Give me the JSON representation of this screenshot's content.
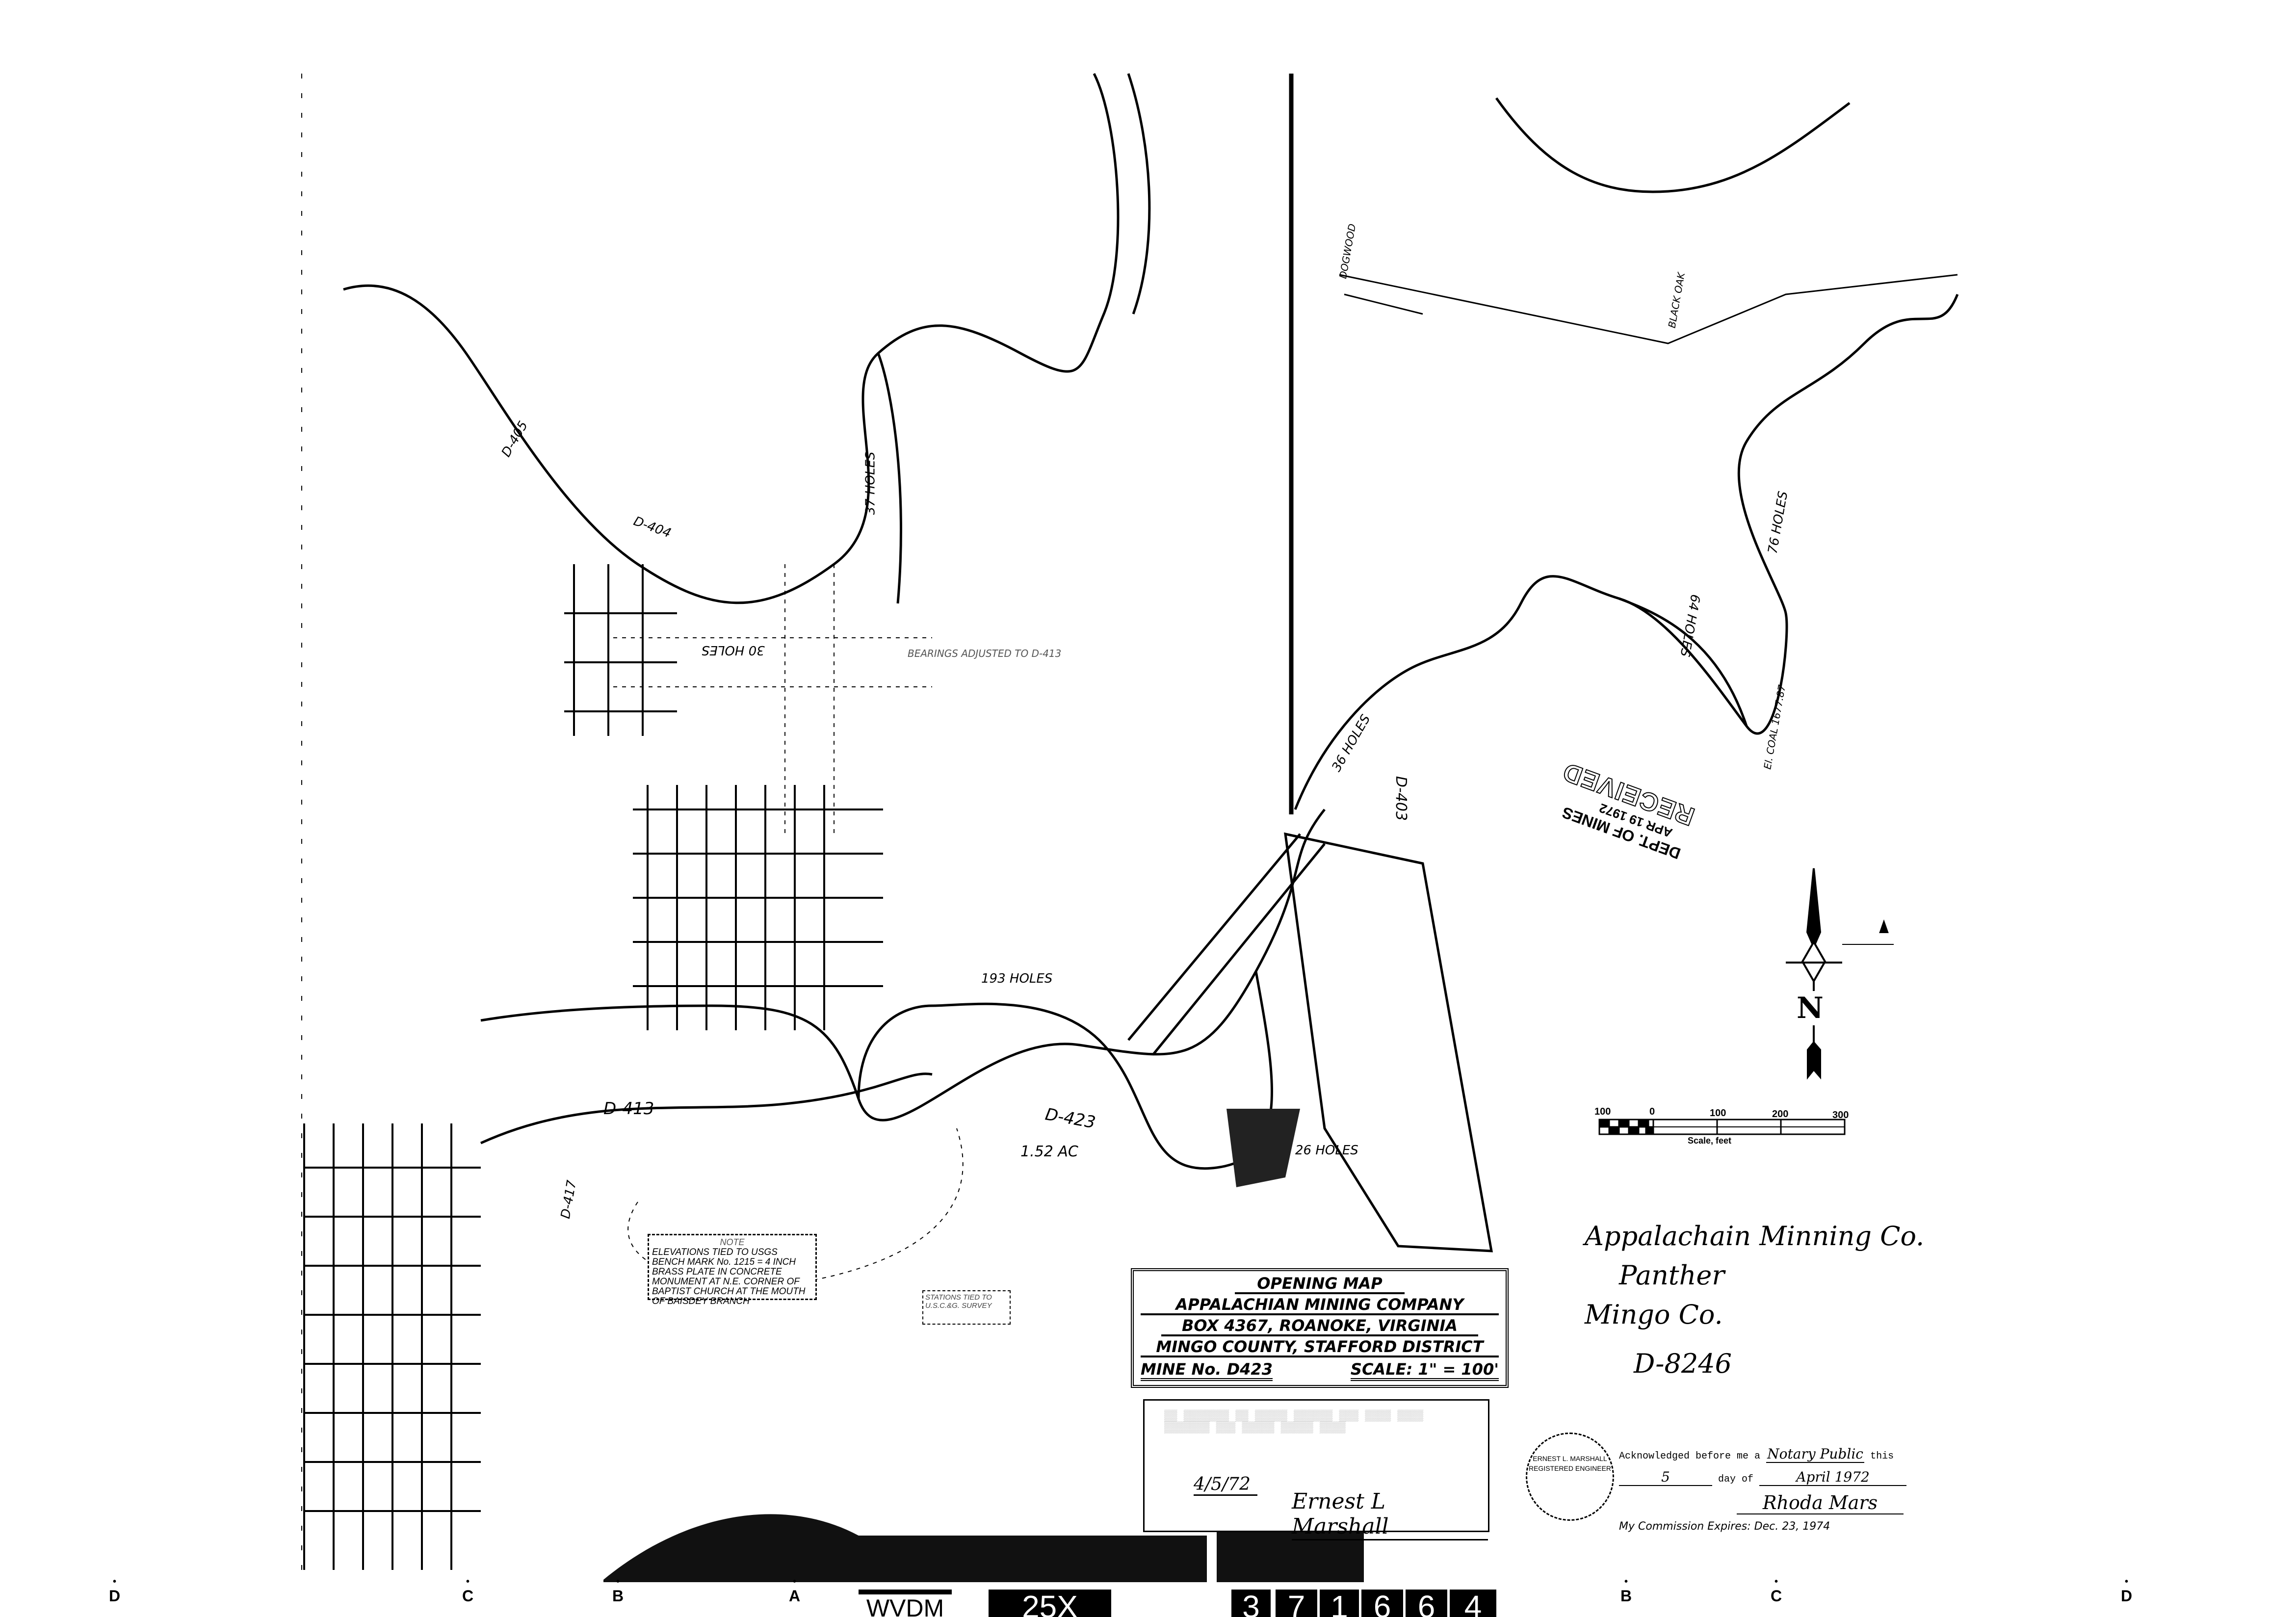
{
  "title_block": {
    "heading": "OPENING MAP",
    "company": "APPALACHIAN MINING COMPANY",
    "address": "BOX 4367, ROANOKE, VIRGINIA",
    "location": "MINGO COUNTY, STAFFORD DISTRICT",
    "mine_no": "MINE No. D423",
    "scale": "SCALE: 1\" = 100'"
  },
  "certification": {
    "date": "4/5/72",
    "signature": "Ernest L Marshall"
  },
  "note_box": {
    "header": "NOTE",
    "text": "ELEVATIONS TIED TO USGS BENCH MARK No. 1215 = 4 INCH BRASS PLATE IN CONCRETE MONUMENT AT N.E. CORNER OF BAPTIST CHURCH AT THE MOUTH OF BAISDEY BRANCH"
  },
  "stations_box": {
    "text": "STATIONS TIED TO U.S.C.&G. SURVEY"
  },
  "handwritten_note": {
    "line1": "Appalachain Minning Co.",
    "line2": "Panther",
    "line3": "Mingo Co.",
    "line4": "D-8246"
  },
  "acknowledgement": {
    "prefix": "Acknowledged before me a",
    "officer": "Notary Public",
    "this": "this",
    "day": "5",
    "day_of": "day of",
    "month_year": "April 1972",
    "signature": "Rhoda Mars",
    "commission": "My Commission Expires: Dec. 23, 1974"
  },
  "stamp": {
    "dept": "DEPT. OF MINES",
    "date": "APR 19 1972",
    "word": "RECEIVED"
  },
  "seal": {
    "text": "ERNEST L. MARSHALL REGISTERED ENGINEER"
  },
  "compass": {
    "label": "N"
  },
  "scale_bar": {
    "ticks": [
      "100",
      "0",
      "100",
      "200",
      "300"
    ],
    "caption": "Scale, feet"
  },
  "map_labels": {
    "d405": "D-405",
    "d404": "D-404",
    "d413": "D-413",
    "d423": "D-423",
    "d403": "D-403",
    "d417": "D-417",
    "acres": "1.52 AC",
    "holes193": "193 HOLES",
    "holes76": "76 HOLES",
    "holes64": "64 HOLES",
    "holes36": "36 HOLES",
    "holes30": "30 HOLES",
    "holes37": "37 HOLES",
    "holes26": "26 HOLES",
    "dogwood": "DOGWOOD",
    "blackoak": "BLACK OAK",
    "elcoal": "El. COAL 1677.87",
    "arrow_note": "BEARINGS ADJUSTED TO D-413"
  },
  "grid_letters": [
    "D",
    "C",
    "B",
    "A",
    "B",
    "C",
    "D"
  ],
  "film_strip": {
    "label": "WVDM",
    "series": "25X",
    "digits": [
      "3",
      "7",
      "1",
      "6",
      "6",
      "4"
    ]
  }
}
